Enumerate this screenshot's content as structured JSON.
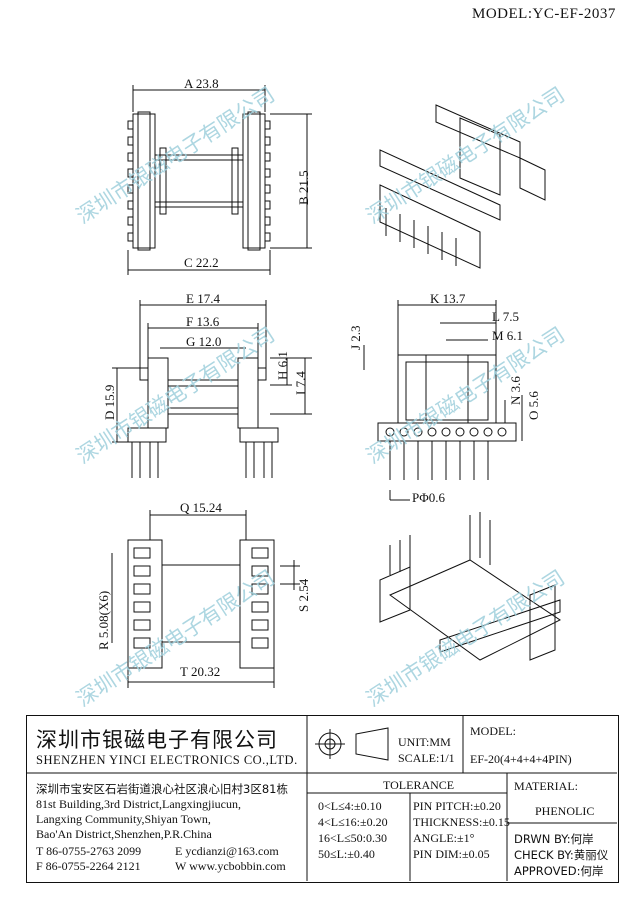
{
  "model_header": "MODEL:YC-EF-2037",
  "watermark": "深圳市银磁电子有限公司",
  "dimensions": {
    "A": "A 23.8",
    "B": "B 21.5",
    "C": "C 22.2",
    "E": "E 17.4",
    "F": "F 13.6",
    "G": "G 12.0",
    "H": "H 6.1",
    "I": "I 7.4",
    "D": "D 15.9",
    "K": "K 13.7",
    "L": "L 7.5",
    "M": "M 6.1",
    "J": "J 2.3",
    "N": "N 3.6",
    "O": "O 5.6",
    "P": "PΦ0.6",
    "Q": "Q 15.24",
    "S": "S 2.54",
    "R": "R 5.08(X6)",
    "T": "T 20.32"
  },
  "title_block": {
    "company_cn": "深圳市银磁电子有限公司",
    "company_en": "SHENZHEN YINCI ELECTRONICS CO.,LTD.",
    "unit": "UNIT:MM",
    "scale": "SCALE:1/1",
    "model_label": "MODEL:",
    "model_value": "EF-20(4+4+4+4PIN)",
    "address_cn": "深圳市宝安区石岩街道浪心社区浪心旧村3区81栋",
    "address_en_1": "81st Building,3rd District,Langxingjiucun,",
    "address_en_2": "Langxing Community,Shiyan Town,",
    "address_en_3": "Bao'An District,Shenzhen,P.R.China",
    "tel": "T 86-0755-2763 2099",
    "fax": "F 86-0755-2264 2121",
    "email": "E ycdianzi@163.com",
    "web": "W www.ycbobbin.com",
    "tolerance_title": "TOLERANCE",
    "tolerances": [
      "0<L≤4:±0.10",
      "4<L≤16:±0.20",
      "16<L≤50:0.30",
      "50≤L:±0.40"
    ],
    "specs": [
      "PIN PITCH:±0.20",
      "THICKNESS:±0.15",
      "ANGLE:±1°",
      "PIN DIM:±0.05"
    ],
    "material_label": "MATERIAL:",
    "material_value": "PHENOLIC",
    "drawn_by": "DRWN BY:何岸",
    "check_by": "CHECK BY:黄丽仪",
    "approved": "APPROVED:何岸"
  }
}
